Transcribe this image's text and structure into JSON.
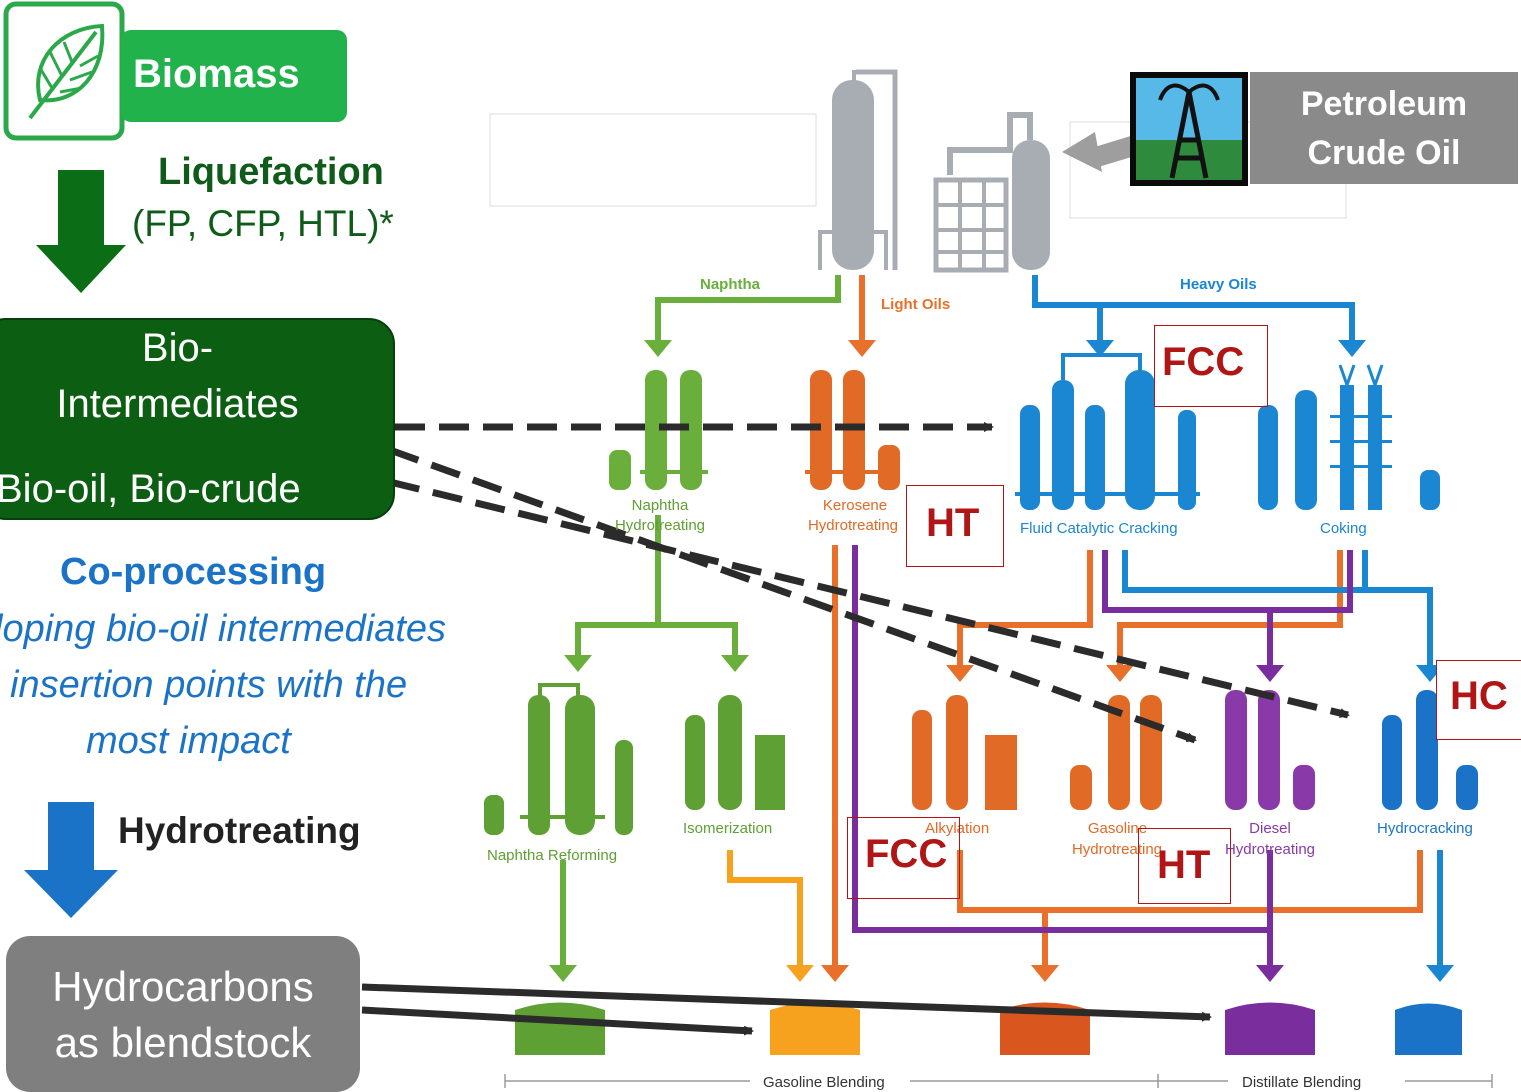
{
  "biomass": {
    "label": "Biomass"
  },
  "liquefaction": {
    "title": "Liquefaction",
    "subtitle": "(FP, CFP, HTL)*"
  },
  "bio_intermediates": {
    "line1": "Bio-",
    "line2": "Intermediates",
    "line3": "Bio-oil, Bio-crude"
  },
  "coprocessing": {
    "title": "Co-processing",
    "line1": "loping bio-oil intermediates",
    "line2": "insertion points with the",
    "line3": "most impact"
  },
  "hydrotreating": {
    "label": "Hydrotreating"
  },
  "hydrocarbons": {
    "line1": "Hydrocarbons",
    "line2": "as blendstock"
  },
  "crude": {
    "line1": "Petroleum",
    "line2": "Crude Oil"
  },
  "streams": {
    "naphtha": "Naphtha",
    "light_oils": "Light Oils",
    "heavy_oils": "Heavy Oils"
  },
  "units": {
    "naphtha_hydrotreating_1": "Naphtha",
    "naphtha_hydrotreating_2": "Hydrotreating",
    "kerosene_hydrotreating_1": "Kerosene",
    "kerosene_hydrotreating_2": "Hydrotreating",
    "fcc_unit": "Fluid Catalytic Cracking",
    "coking": "Coking",
    "naphtha_reforming": "Naphtha Reforming",
    "isomerization": "Isomerization",
    "alkylation": "Alkylation",
    "gasoline_hydrotreating_1": "Gasoline",
    "gasoline_hydrotreating_2": "Hydrotreating",
    "diesel_hydrotreating_1": "Diesel",
    "diesel_hydrotreating_2": "Hydrotreating",
    "hydrocracking": "Hydrocracking"
  },
  "tags": {
    "fcc_top": "FCC",
    "ht_mid": "HT",
    "hc": "HC",
    "fcc_bottom": "FCC",
    "ht_bottom": "HT"
  },
  "blending": {
    "gasoline": "Gasoline Blending",
    "distillate": "Distillate Blending"
  },
  "colors": {
    "dark_green": "#0b5e12",
    "bright_green": "#22b24c",
    "liquefaction_text": "#0f5c1a",
    "blue": "#1b73c7",
    "grey": "#7a7a7a",
    "naphtha_green": "#6aae3c",
    "light_oil_orange": "#e8702a",
    "heavy_blue": "#1b86d1",
    "purple": "#7a2e9e",
    "gold": "#f6a21e",
    "tag_red": "#b01616"
  }
}
